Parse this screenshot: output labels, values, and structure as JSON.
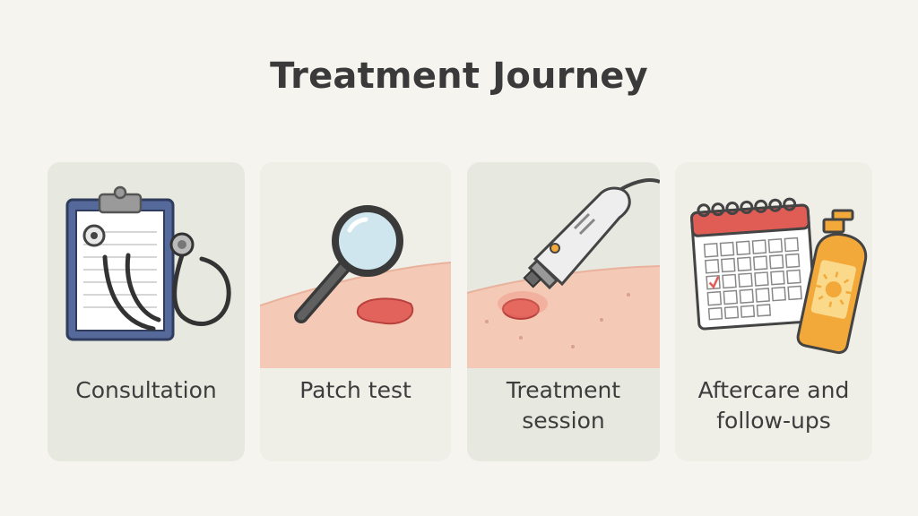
{
  "title": "Treatment Journey",
  "colors": {
    "background": "#f6f4ef",
    "card": "#e7e8df",
    "skin": "#f4c9b6",
    "lesion": "#e2625c",
    "clipboard": "#55699a",
    "calendar_header": "#df5d55",
    "sunscreen": "#f2a93a"
  },
  "steps": [
    {
      "icon": "clipboard-stethoscope-icon",
      "label_lines": [
        "Consultation"
      ]
    },
    {
      "icon": "magnifying-glass-skin-icon",
      "label_lines": [
        "Patch test"
      ]
    },
    {
      "icon": "laser-device-skin-icon",
      "label_lines": [
        "Treatment",
        "session"
      ]
    },
    {
      "icon": "calendar-sunscreen-icon",
      "label_lines": [
        "Aftercare and",
        "follow-ups"
      ]
    }
  ]
}
